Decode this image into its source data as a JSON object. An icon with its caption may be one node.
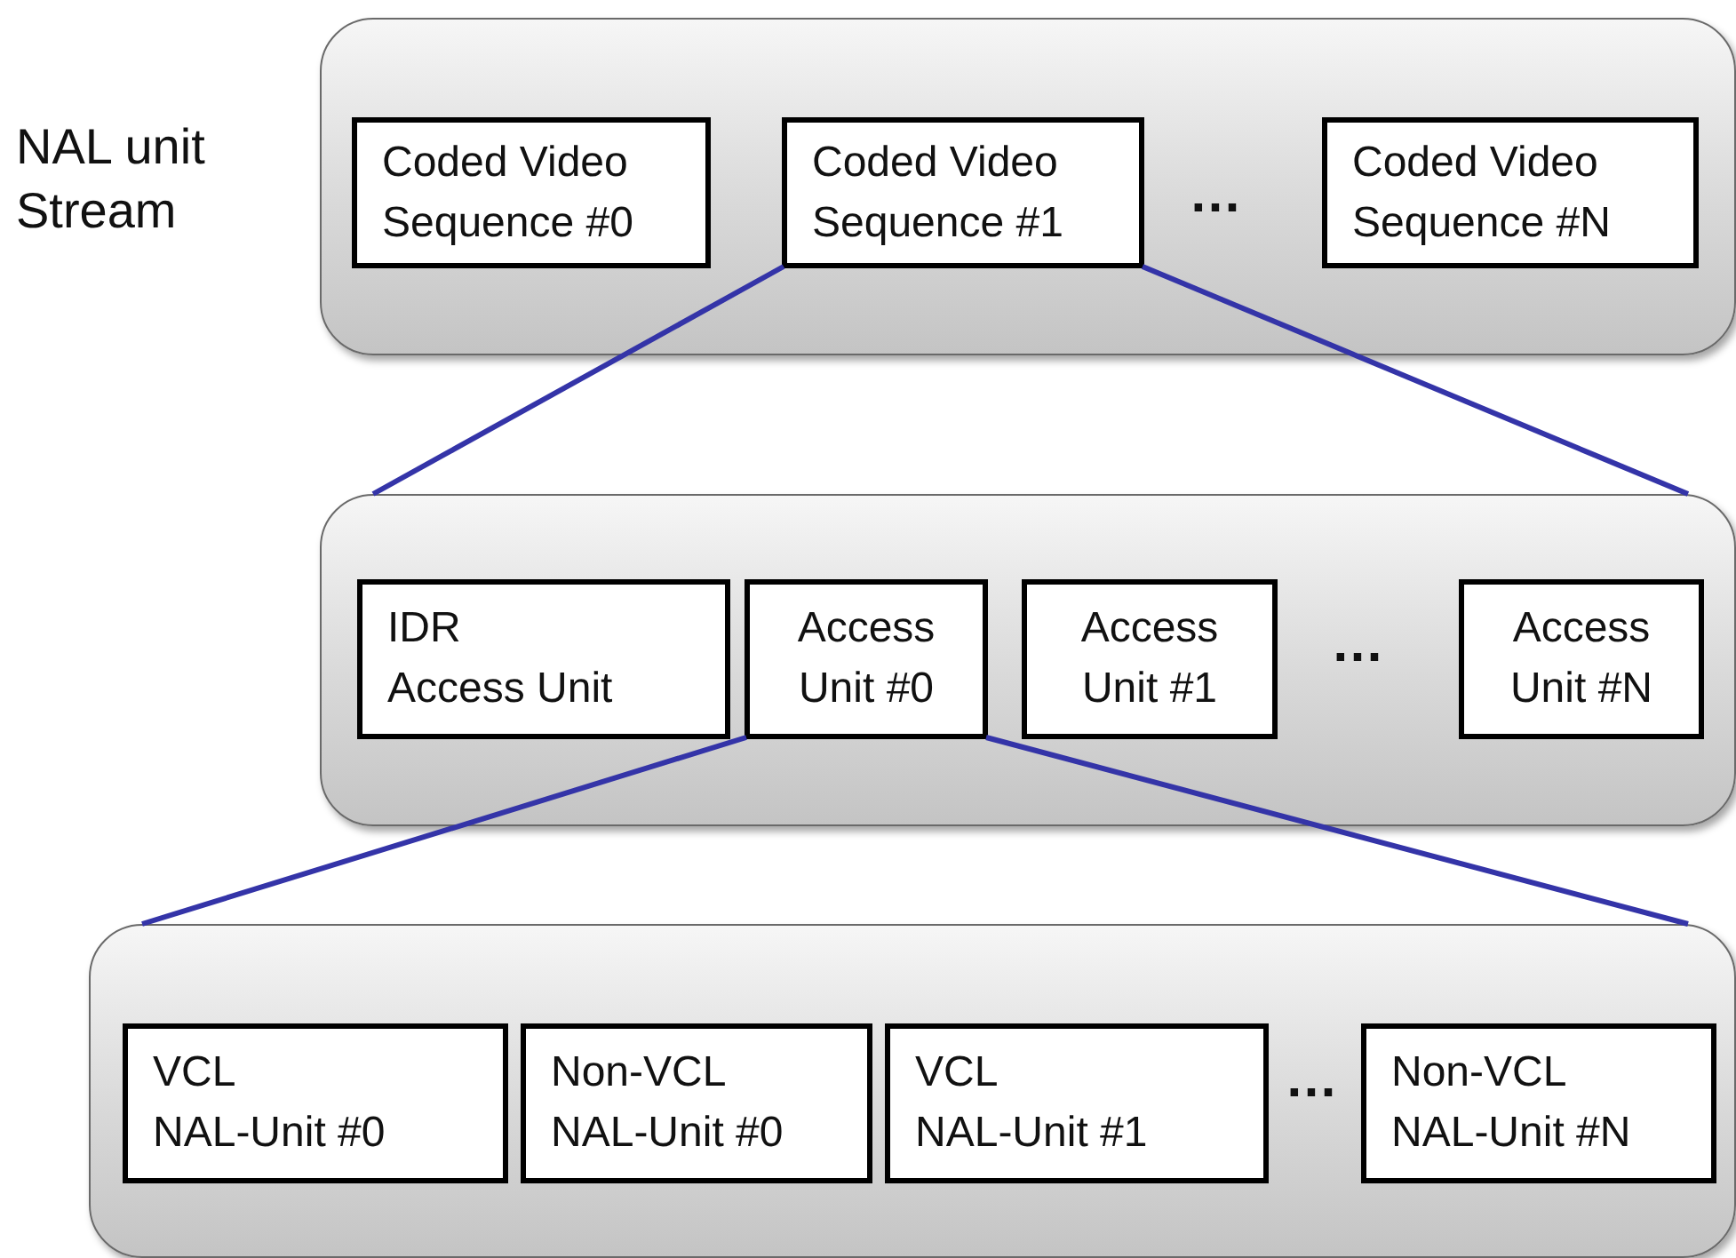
{
  "diagram": {
    "nodes": [
      {
        "text": [
          "NAL unit Stream"
        ]
      },
      {
        "text": [
          "Coded Video Sequence #0"
        ],
        "in": 0
      },
      {
        "text": [
          "Coded Video Sequence #1"
        ],
        "in": 0
      },
      {
        "text": [
          "Coded Video Sequence #N"
        ],
        "in": 0
      },
      {
        "text": [],
        "shape": "box"
      },
      {
        "text": [
          "IDR",
          "Access Unit"
        ],
        "in": 4
      },
      {
        "text": [
          "Access Unit #0"
        ],
        "in": 4
      },
      {
        "text": [
          "Access Unit #1"
        ],
        "in": 4
      },
      {
        "text": [
          "Access Unit #N"
        ],
        "in": 4
      },
      {
        "text": [],
        "shape": "box"
      },
      {
        "text": [
          "VCL NAL-Unit #0"
        ],
        "in": 9
      },
      {
        "text": [
          "Non-VCL NAL-Unit #0"
        ],
        "in": 9
      },
      {
        "text": [
          "VCL NAL-Unit #1"
        ],
        "in": 9
      },
      {
        "text": [
          "Non-VCL NAL-Unit #N"
        ],
        "in": 9
      }
    ],
    "edges": [
      {
        "from": 2,
        "to": 4,
        "arrow": "none"
      },
      {
        "from": 2,
        "to": 4,
        "arrow": "none"
      },
      {
        "from": 6,
        "to": 9,
        "arrow": "none"
      },
      {
        "from": 6,
        "to": 9,
        "arrow": "none"
      }
    ],
    "labels": [
      "…",
      "…",
      "…"
    ]
  }
}
